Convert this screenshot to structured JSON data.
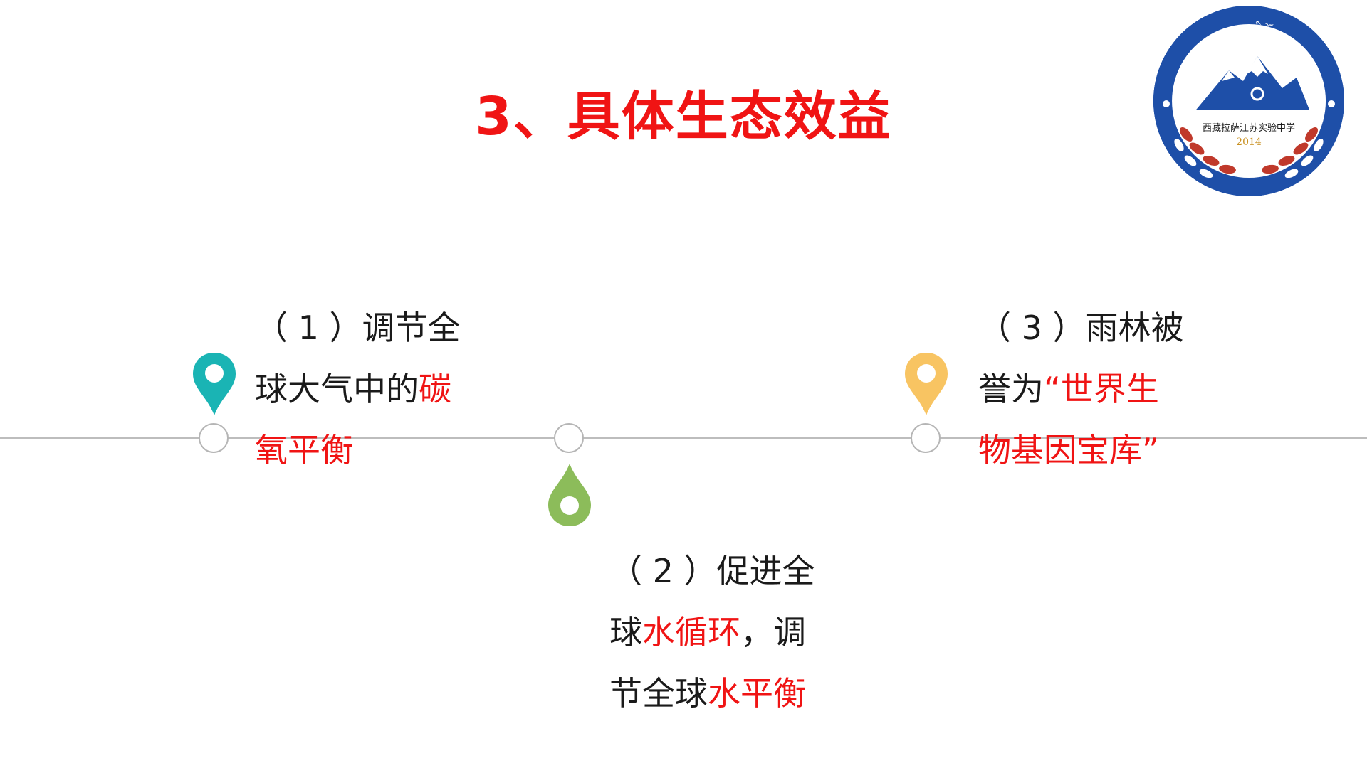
{
  "title": "3、具体生态效益",
  "colors": {
    "title_red": "#f01414",
    "teal_pin": "#1ab4b4",
    "green_pin": "#8cbc5a",
    "yellow_pin": "#f8c462",
    "logo_blue": "#1e4fa8"
  },
  "logo": {
    "school_name": "西藏拉萨江苏实验中学",
    "year": "2014",
    "tibetan_text": "ལྷ་ས་འཇང་སུའི་སློབ་གྲྭ།"
  },
  "items": [
    {
      "pin_icon": "teal-map-pin-icon",
      "line1": "（ 1 ）调节全",
      "line2_plain": "球大气中的",
      "line2_red": "碳",
      "line3_red": "氧平衡"
    },
    {
      "pin_icon": "green-drop-pin-icon",
      "line1": "（ 2 ）促进全",
      "line2_plain_a": "球",
      "line2_red": "水循环",
      "line2_plain_b": "，调",
      "line3_plain": "节全球",
      "line3_red": "水平衡"
    },
    {
      "pin_icon": "yellow-map-pin-icon",
      "line1": "（ 3 ）雨林被",
      "line2_plain": "誉为",
      "line2_red": "“世界生",
      "line3_red": "物基因宝库”"
    }
  ]
}
